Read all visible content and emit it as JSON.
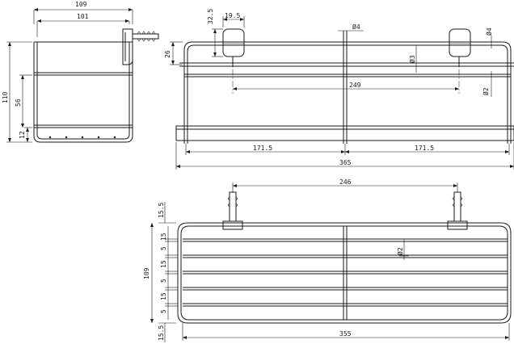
{
  "drawing": {
    "side_view": {
      "overall_width": "109",
      "inner_width": "101",
      "overall_height": "110",
      "rail_height": "56",
      "bottom_offset": "12"
    },
    "front_view": {
      "bracket_height": "32.5",
      "bracket_width": "19.5",
      "top_offset": "26",
      "rod_dia": "Ø4",
      "rod_dia_right": "Ø4",
      "hole_dia": "Ø3",
      "wire_dia": "Ø2",
      "bracket_spacing": "249",
      "half_left": "171.5",
      "half_right": "171.5",
      "overall_length": "365"
    },
    "top_view": {
      "hook_spacing": "246",
      "overall_depth": "109",
      "edge_top": "15.5",
      "edge_bottom": "15.5",
      "wire_pitches": [
        "5",
        "15",
        "5",
        "15",
        "5",
        "15"
      ],
      "wire_dia": "Ø2",
      "overall_length": "355"
    }
  }
}
